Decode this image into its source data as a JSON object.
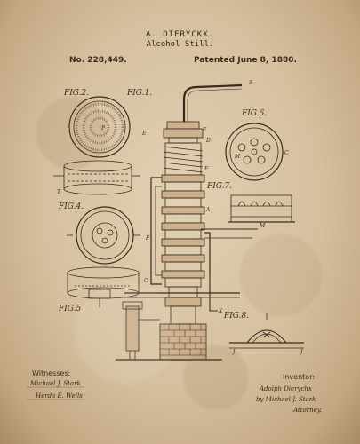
{
  "header": {
    "inventor_name": "A. DIERYCKX.",
    "title": "Alcohol Still.",
    "patent_number": "No. 228,449.",
    "patent_date": "Patented June 8, 1880."
  },
  "figures": {
    "fig1": "FIG.1.",
    "fig2": "FIG.2.",
    "fig4": "FIG.4.",
    "fig5": "FIG.5",
    "fig6": "FIG.6.",
    "fig7": "FIG.7.",
    "fig8": "FIG.8."
  },
  "footer": {
    "witnesses_label": "Witnesses:",
    "inventor_label": "Inventor:",
    "witness_sig_1": "Michael J. Stark",
    "witness_sig_2": "Herda E. Wells",
    "inventor_sig_1": "Adolph Dierychx",
    "inventor_sig_2": "by Michael J. Stark",
    "inventor_sig_3": "Attorney."
  },
  "palette": {
    "paper": "#d5bf9e",
    "ink": "#3a2a1c"
  }
}
